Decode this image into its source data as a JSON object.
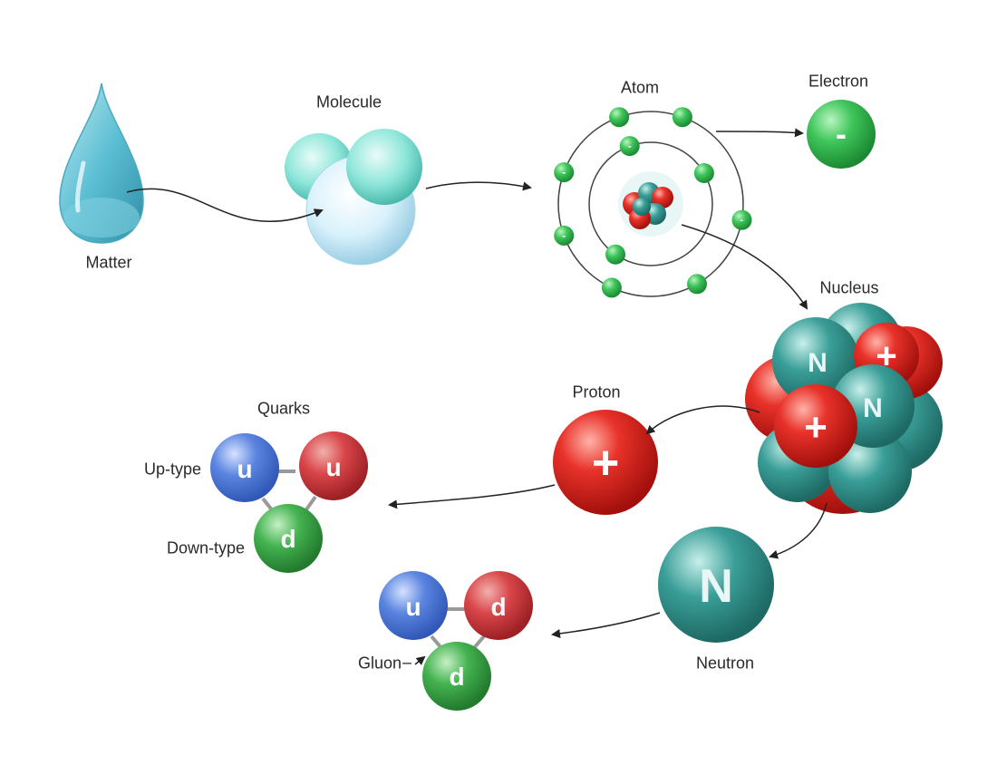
{
  "labels": {
    "matter": "Matter",
    "molecule": "Molecule",
    "atom": "Atom",
    "electron": "Electron",
    "nucleus": "Nucleus",
    "proton": "Proton",
    "neutron": "Neutron",
    "quarks": "Quarks",
    "up_type": "Up-type",
    "down_type": "Down-type",
    "gluon": "Gluon"
  },
  "symbols": {
    "electron": "-",
    "proton": "+",
    "neutron": "N",
    "up_quark": "u",
    "down_quark": "d"
  },
  "colors": {
    "electron": "#3fc55a",
    "proton": "#e0302a",
    "neutron": "#3a9e98",
    "up_quark": "#5b85e0",
    "down_quark_red": "#d9464a",
    "down_quark_green": "#44b350",
    "droplet": "#5dbfd4",
    "molecule": "#8de6da"
  },
  "quark_groups": {
    "proton": [
      "u",
      "u",
      "d"
    ],
    "neutron": [
      "u",
      "d",
      "d"
    ]
  }
}
